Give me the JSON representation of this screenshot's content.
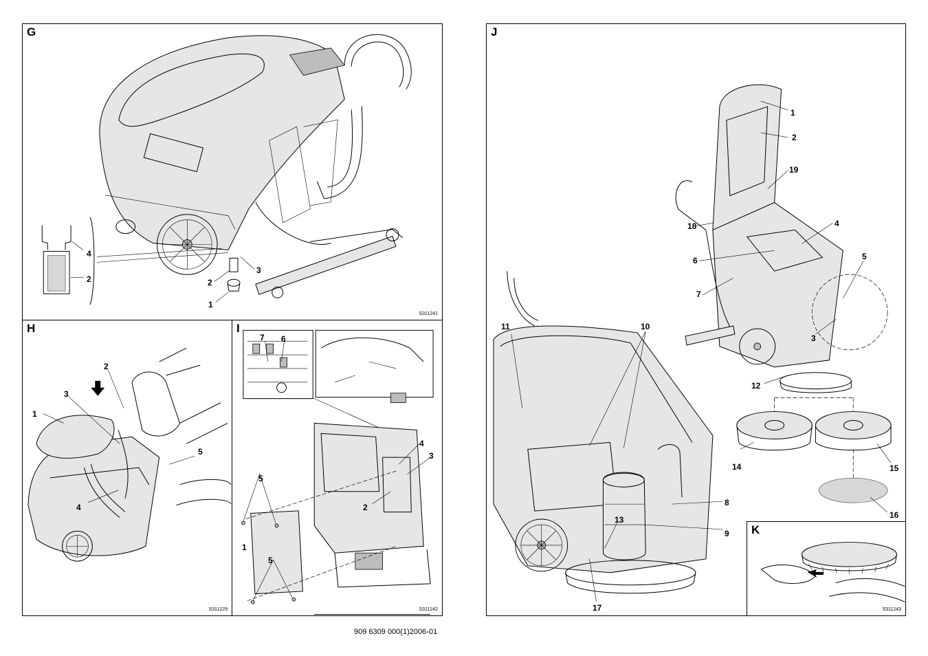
{
  "footer": {
    "text": "909 6309 000(1)2006-01"
  },
  "panels": {
    "G": {
      "label": "G",
      "code": "S311241",
      "callouts": [
        "4",
        "2",
        "3",
        "2",
        "1"
      ]
    },
    "H": {
      "label": "H",
      "code": "S311229",
      "callouts": [
        "2",
        "3",
        "1",
        "5",
        "4"
      ]
    },
    "I": {
      "label": "I",
      "code": "S311242",
      "callouts": [
        "7",
        "6",
        "4",
        "3",
        "2",
        "5",
        "1",
        "5"
      ]
    },
    "J": {
      "label": "J",
      "code": "",
      "callouts": [
        "1",
        "2",
        "19",
        "18",
        "4",
        "6",
        "5",
        "7",
        "3",
        "11",
        "10",
        "12",
        "14",
        "15",
        "16",
        "8",
        "13",
        "9",
        "17"
      ]
    },
    "K": {
      "label": "K",
      "code": "S311243"
    }
  }
}
